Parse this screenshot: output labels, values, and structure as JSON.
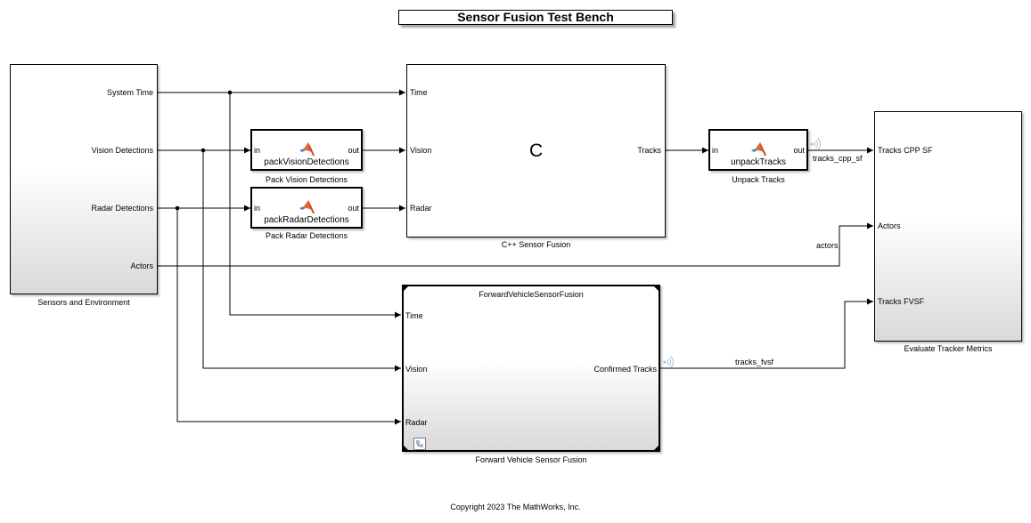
{
  "title": "Sensor Fusion Test Bench",
  "copyright": "Copyright 2023 The MathWorks, Inc.",
  "blocks": {
    "sensors": {
      "name": "Sensors and Environment",
      "outputs": [
        "System Time",
        "Vision Detections",
        "Radar Detections",
        "Actors"
      ]
    },
    "pack_vision": {
      "name": "Pack Vision Detections",
      "function": "packVisionDetections",
      "in": "in",
      "out": "out",
      "icon": "matlab-logo-icon"
    },
    "pack_radar": {
      "name": "Pack Radar Detections",
      "function": "packRadarDetections",
      "in": "in",
      "out": "out",
      "icon": "matlab-logo-icon"
    },
    "cpp_fusion": {
      "name": "C++ Sensor Fusion",
      "label": "C",
      "inputs": [
        "Time",
        "Vision",
        "Radar"
      ],
      "output": "Tracks"
    },
    "unpack_tracks": {
      "name": "Unpack Tracks",
      "function": "unpackTracks",
      "in": "in",
      "out": "out",
      "icon": "matlab-logo-icon"
    },
    "fvsf": {
      "name": "Forward Vehicle Sensor Fusion",
      "header": "ForwardVehicleSensorFusion",
      "inputs": [
        "Time",
        "Vision",
        "Radar"
      ],
      "output": "Confirmed Tracks",
      "icon": "model-reference-icon"
    },
    "evaluate": {
      "name": "Evaluate Tracker Metrics",
      "inputs": [
        "Tracks CPP SF",
        "Actors",
        "Tracks FVSF"
      ]
    }
  },
  "signals": {
    "tracks_cpp_sf": "tracks_cpp_sf",
    "actors": "actors",
    "tracks_fvsf": "tracks_fvsf"
  },
  "colors": {
    "line": "#000000",
    "logging_icon": "#9ec3e6",
    "block_shade": "#d9d9d9"
  }
}
